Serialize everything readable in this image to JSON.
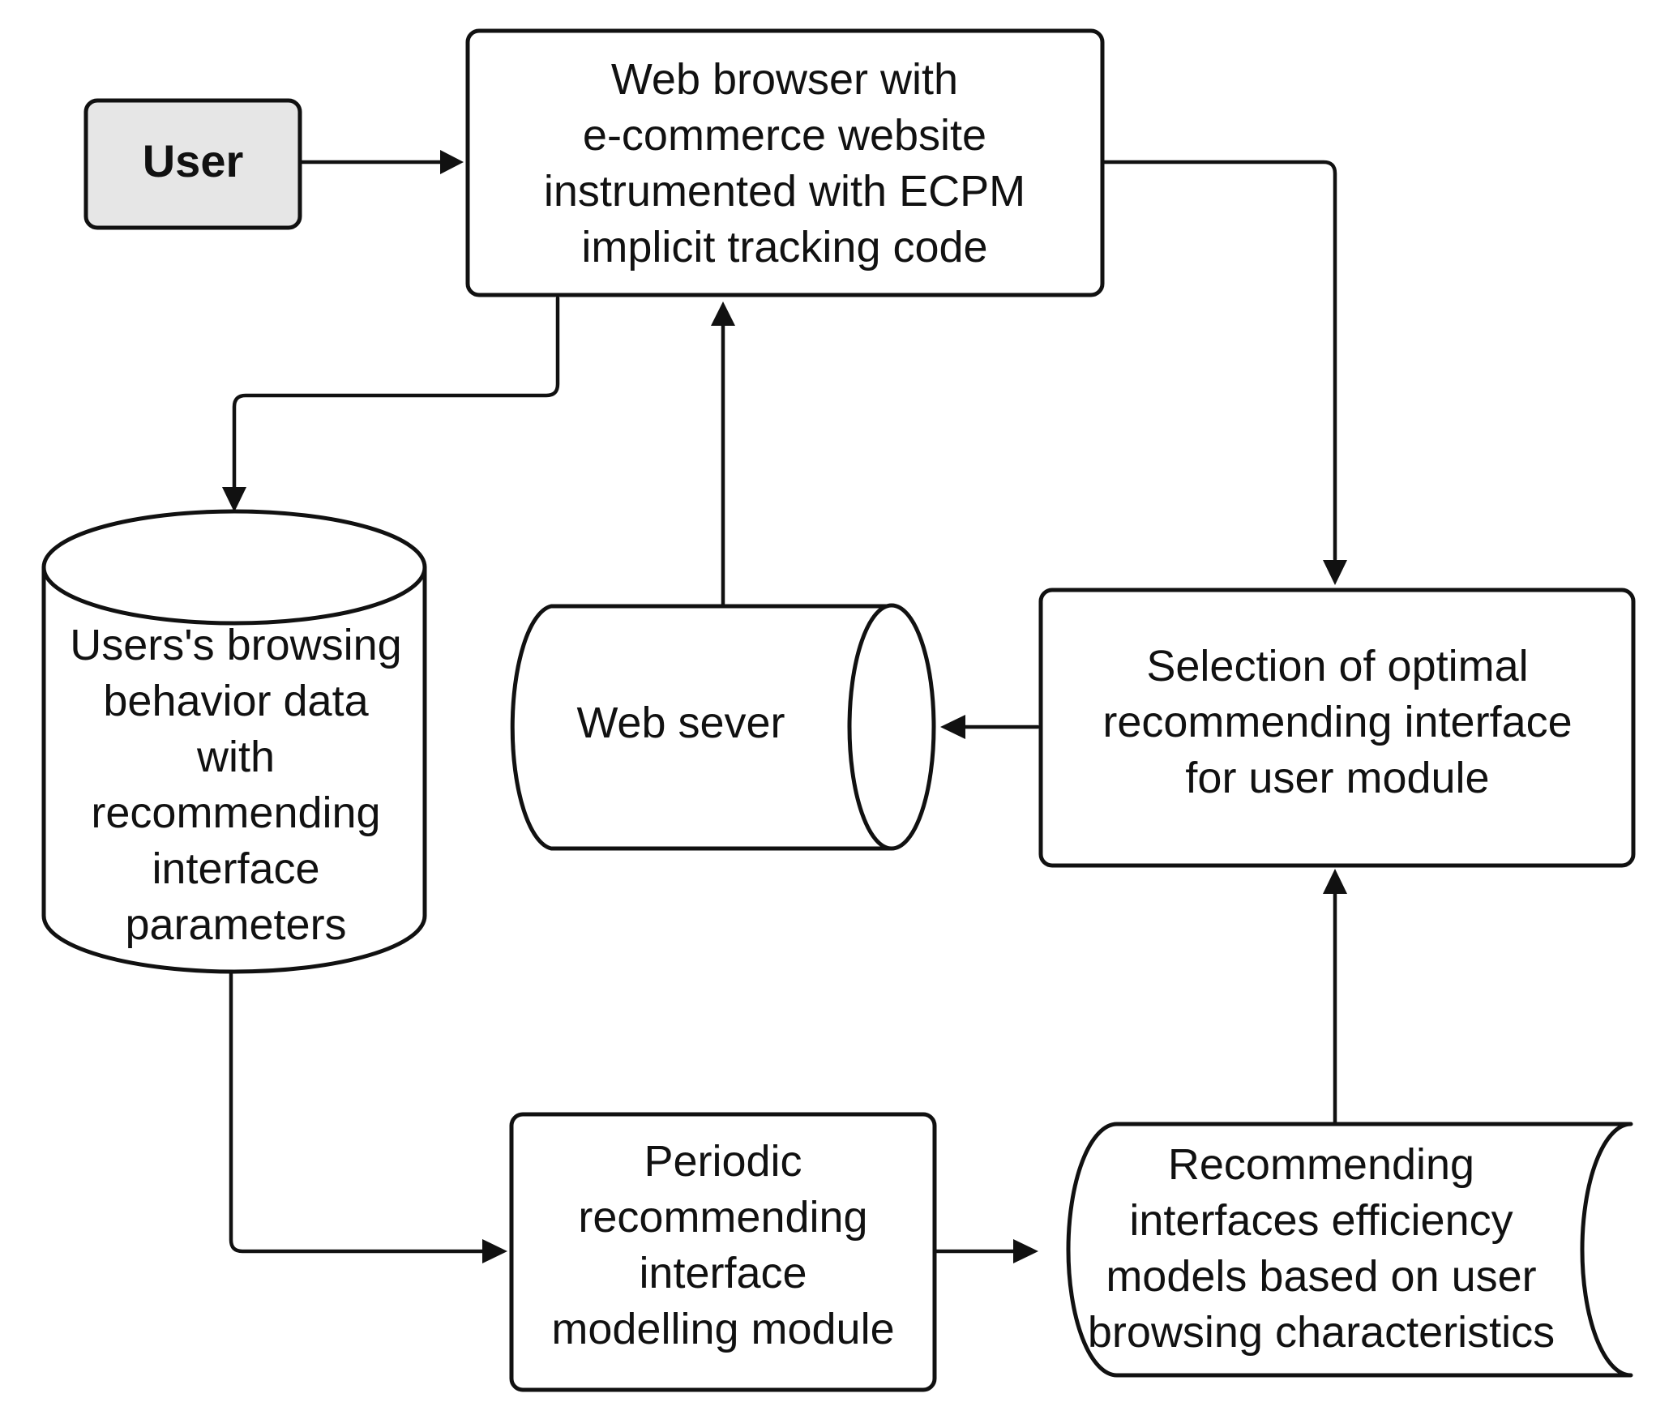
{
  "diagram": {
    "nodes": {
      "user": {
        "label": "User",
        "shape": "rounded-rectangle",
        "fill": "#e6e6e6"
      },
      "web_browser": {
        "shape": "rounded-rectangle",
        "lines": [
          "Web browser with",
          "e-commerce website",
          "instrumented with ECPM",
          "implicit tracking code"
        ]
      },
      "browsing_data": {
        "shape": "cylinder",
        "lines": [
          "Users's browsing",
          "behavior data",
          "with",
          "recommending",
          "interface",
          "parameters"
        ]
      },
      "web_server": {
        "shape": "horizontal-cylinder",
        "label": "Web sever"
      },
      "selection": {
        "shape": "rounded-rectangle",
        "lines": [
          "Selection of optimal",
          "recommending interface",
          "for user module"
        ]
      },
      "modelling": {
        "shape": "rounded-rectangle",
        "lines": [
          "Periodic",
          "recommending",
          "interface",
          "modelling module"
        ]
      },
      "efficiency_models": {
        "shape": "stored-data",
        "lines": [
          "Recommending",
          "interfaces efficiency",
          "models based on user",
          "browsing characteristics"
        ]
      }
    },
    "edges": [
      {
        "from": "User",
        "to": "Web browser with e-commerce website instrumented with ECPM implicit tracking code"
      },
      {
        "from": "Web browser with e-commerce website instrumented with ECPM implicit tracking code",
        "to": "Users's browsing behavior data with recommending interface parameters"
      },
      {
        "from": "Web browser with e-commerce website instrumented with ECPM implicit tracking code",
        "to": "Selection of optimal recommending interface for user module"
      },
      {
        "from": "Web sever",
        "to": "Web browser with e-commerce website instrumented with ECPM implicit tracking code"
      },
      {
        "from": "Selection of optimal recommending interface for user module",
        "to": "Web sever"
      },
      {
        "from": "Users's browsing behavior data with recommending interface parameters",
        "to": "Periodic recommending interface modelling module"
      },
      {
        "from": "Periodic recommending interface modelling module",
        "to": "Recommending interfaces efficiency models based on user browsing characteristics"
      },
      {
        "from": "Recommending interfaces efficiency models based on user browsing characteristics",
        "to": "Selection of optimal recommending interface for user module"
      }
    ]
  }
}
